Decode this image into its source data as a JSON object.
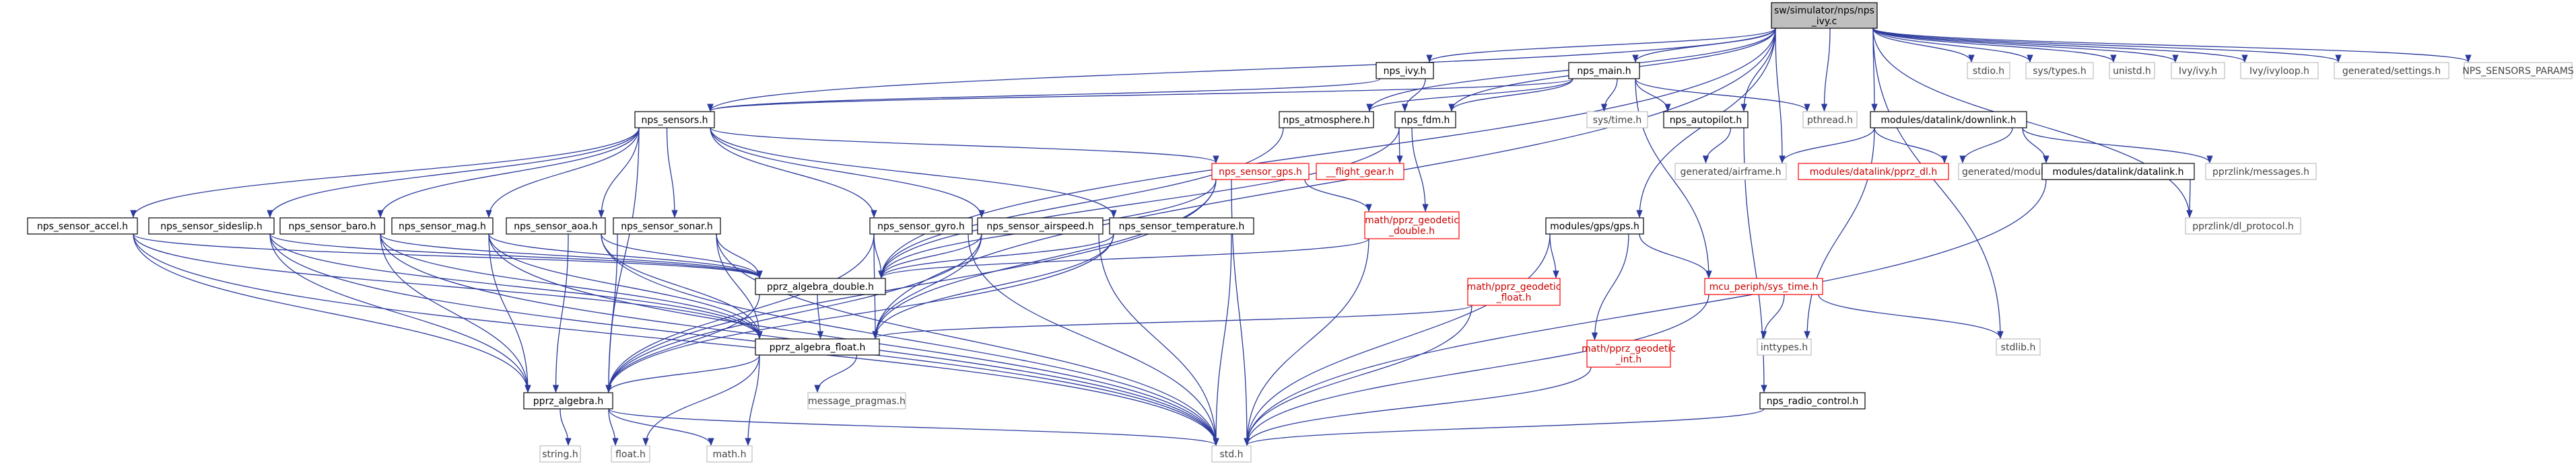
{
  "nodes": [
    {
      "id": "root",
      "label": [
        "sw/simulator/nps/nps",
        "_ivy.c"
      ],
      "style": "root"
    },
    {
      "id": "nps_ivy",
      "label": [
        "nps_ivy.h"
      ],
      "style": "normal"
    },
    {
      "id": "nps_main",
      "label": [
        "nps_main.h"
      ],
      "style": "normal"
    },
    {
      "id": "stdio",
      "label": [
        "stdio.h"
      ],
      "style": "plain"
    },
    {
      "id": "systypes",
      "label": [
        "sys/types.h"
      ],
      "style": "plain"
    },
    {
      "id": "unistd",
      "label": [
        "unistd.h"
      ],
      "style": "plain"
    },
    {
      "id": "ivyivy",
      "label": [
        "Ivy/ivy.h"
      ],
      "style": "plain"
    },
    {
      "id": "ivyloop",
      "label": [
        "Ivy/ivyloop.h"
      ],
      "style": "plain"
    },
    {
      "id": "gensettings",
      "label": [
        "generated/settings.h"
      ],
      "style": "plain"
    },
    {
      "id": "npsparams",
      "label": [
        "NPS_SENSORS_PARAMS"
      ],
      "style": "plain"
    },
    {
      "id": "nps_sensors",
      "label": [
        "nps_sensors.h"
      ],
      "style": "normal"
    },
    {
      "id": "nps_atmosphere",
      "label": [
        "nps_atmosphere.h"
      ],
      "style": "normal"
    },
    {
      "id": "nps_fdm",
      "label": [
        "nps_fdm.h"
      ],
      "style": "normal"
    },
    {
      "id": "systime",
      "label": [
        "sys/time.h"
      ],
      "style": "plain"
    },
    {
      "id": "nps_autopilot",
      "label": [
        "nps_autopilot.h"
      ],
      "style": "normal"
    },
    {
      "id": "pthread",
      "label": [
        "pthread.h"
      ],
      "style": "plain"
    },
    {
      "id": "downlink",
      "label": [
        "modules/datalink/downlink.h"
      ],
      "style": "normal"
    },
    {
      "id": "sensor_gps",
      "label": [
        "nps_sensor_gps.h"
      ],
      "style": "red"
    },
    {
      "id": "flight_gear",
      "label": [
        "__flight_gear.h"
      ],
      "style": "red"
    },
    {
      "id": "genairframe",
      "label": [
        "generated/airframe.h"
      ],
      "style": "plain"
    },
    {
      "id": "pprz_dl",
      "label": [
        "modules/datalink/pprz_dl.h"
      ],
      "style": "red"
    },
    {
      "id": "genmodules",
      "label": [
        "generated/modules.h"
      ],
      "style": "plain"
    },
    {
      "id": "datalink",
      "label": [
        "modules/datalink/datalink.h"
      ],
      "style": "normal"
    },
    {
      "id": "pprzmessages",
      "label": [
        "pprzlink/messages.h"
      ],
      "style": "plain"
    },
    {
      "id": "sensor_accel",
      "label": [
        "nps_sensor_accel.h"
      ],
      "style": "normal"
    },
    {
      "id": "sensor_sideslip",
      "label": [
        "nps_sensor_sideslip.h"
      ],
      "style": "normal"
    },
    {
      "id": "sensor_baro",
      "label": [
        "nps_sensor_baro.h"
      ],
      "style": "normal"
    },
    {
      "id": "sensor_mag",
      "label": [
        "nps_sensor_mag.h"
      ],
      "style": "normal"
    },
    {
      "id": "sensor_aoa",
      "label": [
        "nps_sensor_aoa.h"
      ],
      "style": "normal"
    },
    {
      "id": "sensor_sonar",
      "label": [
        "nps_sensor_sonar.h"
      ],
      "style": "normal"
    },
    {
      "id": "sensor_gyro",
      "label": [
        "nps_sensor_gyro.h"
      ],
      "style": "normal"
    },
    {
      "id": "sensor_airspeed",
      "label": [
        "nps_sensor_airspeed.h"
      ],
      "style": "normal"
    },
    {
      "id": "sensor_temp",
      "label": [
        "nps_sensor_temperature.h"
      ],
      "style": "normal"
    },
    {
      "id": "geo_double",
      "label": [
        "math/pprz_geodetic",
        "_double.h"
      ],
      "style": "red"
    },
    {
      "id": "gps",
      "label": [
        "modules/gps/gps.h"
      ],
      "style": "normal"
    },
    {
      "id": "dl_protocol",
      "label": [
        "pprzlink/dl_protocol.h"
      ],
      "style": "plain"
    },
    {
      "id": "alg_double",
      "label": [
        "pprz_algebra_double.h"
      ],
      "style": "normal"
    },
    {
      "id": "geo_float",
      "label": [
        "math/pprz_geodetic",
        "_float.h"
      ],
      "style": "red"
    },
    {
      "id": "sys_time",
      "label": [
        "mcu_periph/sys_time.h"
      ],
      "style": "red"
    },
    {
      "id": "alg_float",
      "label": [
        "pprz_algebra_float.h"
      ],
      "style": "normal"
    },
    {
      "id": "geo_int",
      "label": [
        "math/pprz_geodetic",
        "_int.h"
      ],
      "style": "red"
    },
    {
      "id": "inttypes",
      "label": [
        "inttypes.h"
      ],
      "style": "plain"
    },
    {
      "id": "stdlib",
      "label": [
        "stdlib.h"
      ],
      "style": "plain"
    },
    {
      "id": "alg",
      "label": [
        "pprz_algebra.h"
      ],
      "style": "normal"
    },
    {
      "id": "msgpragmas",
      "label": [
        "message_pragmas.h"
      ],
      "style": "plain"
    },
    {
      "id": "radio",
      "label": [
        "nps_radio_control.h"
      ],
      "style": "normal"
    },
    {
      "id": "stringh",
      "label": [
        "string.h"
      ],
      "style": "plain"
    },
    {
      "id": "floath",
      "label": [
        "float.h"
      ],
      "style": "plain"
    },
    {
      "id": "mathh",
      "label": [
        "math.h"
      ],
      "style": "plain"
    },
    {
      "id": "stdh",
      "label": [
        "std.h"
      ],
      "style": "plain"
    }
  ],
  "edges": [
    [
      "root",
      "nps_ivy"
    ],
    [
      "root",
      "nps_main"
    ],
    [
      "root",
      "stdio"
    ],
    [
      "root",
      "systypes"
    ],
    [
      "root",
      "unistd"
    ],
    [
      "root",
      "ivyivy"
    ],
    [
      "root",
      "ivyloop"
    ],
    [
      "root",
      "gensettings"
    ],
    [
      "root",
      "npsparams"
    ],
    [
      "root",
      "nps_sensors"
    ],
    [
      "root",
      "nps_atmosphere"
    ],
    [
      "root",
      "nps_fdm"
    ],
    [
      "root",
      "nps_autopilot"
    ],
    [
      "root",
      "pthread"
    ],
    [
      "root",
      "downlink"
    ],
    [
      "root",
      "genairframe"
    ],
    [
      "root",
      "gps"
    ],
    [
      "root",
      "dl_protocol"
    ],
    [
      "root",
      "stdlib"
    ],
    [
      "root",
      "alg_float"
    ],
    [
      "root",
      "alg_double"
    ],
    [
      "nps_ivy",
      "nps_fdm"
    ],
    [
      "nps_ivy",
      "nps_sensors"
    ],
    [
      "nps_main",
      "nps_sensors"
    ],
    [
      "nps_main",
      "nps_atmosphere"
    ],
    [
      "nps_main",
      "nps_fdm"
    ],
    [
      "nps_main",
      "systime"
    ],
    [
      "nps_main",
      "nps_autopilot"
    ],
    [
      "nps_main",
      "pthread"
    ],
    [
      "nps_main",
      "sys_time"
    ],
    [
      "nps_sensors",
      "sensor_accel"
    ],
    [
      "nps_sensors",
      "sensor_sideslip"
    ],
    [
      "nps_sensors",
      "sensor_baro"
    ],
    [
      "nps_sensors",
      "sensor_mag"
    ],
    [
      "nps_sensors",
      "sensor_aoa"
    ],
    [
      "nps_sensors",
      "sensor_sonar"
    ],
    [
      "nps_sensors",
      "sensor_gyro"
    ],
    [
      "nps_sensors",
      "sensor_airspeed"
    ],
    [
      "nps_sensors",
      "sensor_temp"
    ],
    [
      "nps_sensors",
      "sensor_gps"
    ],
    [
      "nps_sensors",
      "alg"
    ],
    [
      "nps_atmosphere",
      "alg_double"
    ],
    [
      "nps_fdm",
      "flight_gear"
    ],
    [
      "nps_fdm",
      "geo_double"
    ],
    [
      "nps_fdm",
      "alg_double"
    ],
    [
      "nps_autopilot",
      "genairframe"
    ],
    [
      "nps_autopilot",
      "radio"
    ],
    [
      "downlink",
      "genairframe"
    ],
    [
      "downlink",
      "pprz_dl"
    ],
    [
      "downlink",
      "genmodules"
    ],
    [
      "downlink",
      "datalink"
    ],
    [
      "downlink",
      "pprzmessages"
    ],
    [
      "downlink",
      "inttypes"
    ],
    [
      "datalink",
      "dl_protocol"
    ],
    [
      "datalink",
      "stdh"
    ],
    [
      "sensor_gps",
      "geo_double"
    ],
    [
      "sensor_gps",
      "alg_double"
    ],
    [
      "sensor_gps",
      "alg_float"
    ],
    [
      "sensor_gps",
      "alg"
    ],
    [
      "sensor_gps",
      "stdh"
    ],
    [
      "sensor_accel",
      "alg_double"
    ],
    [
      "sensor_accel",
      "alg_float"
    ],
    [
      "sensor_accel",
      "alg"
    ],
    [
      "sensor_accel",
      "stdh"
    ],
    [
      "sensor_sideslip",
      "alg_double"
    ],
    [
      "sensor_sideslip",
      "alg_float"
    ],
    [
      "sensor_sideslip",
      "alg"
    ],
    [
      "sensor_sideslip",
      "stdh"
    ],
    [
      "sensor_baro",
      "alg_double"
    ],
    [
      "sensor_baro",
      "alg_float"
    ],
    [
      "sensor_baro",
      "alg"
    ],
    [
      "sensor_baro",
      "stdh"
    ],
    [
      "sensor_mag",
      "alg_double"
    ],
    [
      "sensor_mag",
      "alg_float"
    ],
    [
      "sensor_mag",
      "alg"
    ],
    [
      "sensor_mag",
      "stdh"
    ],
    [
      "sensor_aoa",
      "alg_double"
    ],
    [
      "sensor_aoa",
      "alg_float"
    ],
    [
      "sensor_aoa",
      "alg"
    ],
    [
      "sensor_aoa",
      "stdh"
    ],
    [
      "sensor_sonar",
      "alg_double"
    ],
    [
      "sensor_sonar",
      "alg_float"
    ],
    [
      "sensor_sonar",
      "alg"
    ],
    [
      "sensor_sonar",
      "stdh"
    ],
    [
      "sensor_gyro",
      "alg_double"
    ],
    [
      "sensor_gyro",
      "alg_float"
    ],
    [
      "sensor_gyro",
      "alg"
    ],
    [
      "sensor_gyro",
      "stdh"
    ],
    [
      "sensor_airspeed",
      "alg_double"
    ],
    [
      "sensor_airspeed",
      "alg_float"
    ],
    [
      "sensor_airspeed",
      "alg"
    ],
    [
      "sensor_airspeed",
      "stdh"
    ],
    [
      "sensor_temp",
      "alg_double"
    ],
    [
      "sensor_temp",
      "alg_float"
    ],
    [
      "sensor_temp",
      "alg"
    ],
    [
      "sensor_temp",
      "stdh"
    ],
    [
      "geo_double",
      "alg_double"
    ],
    [
      "geo_double",
      "stdh"
    ],
    [
      "gps",
      "geo_float"
    ],
    [
      "gps",
      "geo_int"
    ],
    [
      "gps",
      "sys_time"
    ],
    [
      "gps",
      "stdh"
    ],
    [
      "geo_float",
      "alg_float"
    ],
    [
      "geo_float",
      "stdh"
    ],
    [
      "geo_int",
      "stdh"
    ],
    [
      "sys_time",
      "inttypes"
    ],
    [
      "sys_time",
      "stdlib"
    ],
    [
      "sys_time",
      "stdh"
    ],
    [
      "alg_double",
      "alg_float"
    ],
    [
      "alg_double",
      "alg"
    ],
    [
      "alg_float",
      "alg"
    ],
    [
      "alg_float",
      "msgpragmas"
    ],
    [
      "alg_float",
      "mathh"
    ],
    [
      "alg_float",
      "floath"
    ],
    [
      "alg",
      "stringh"
    ],
    [
      "alg",
      "floath"
    ],
    [
      "alg",
      "mathh"
    ],
    [
      "alg",
      "stdh"
    ],
    [
      "radio",
      "stdh"
    ]
  ]
}
